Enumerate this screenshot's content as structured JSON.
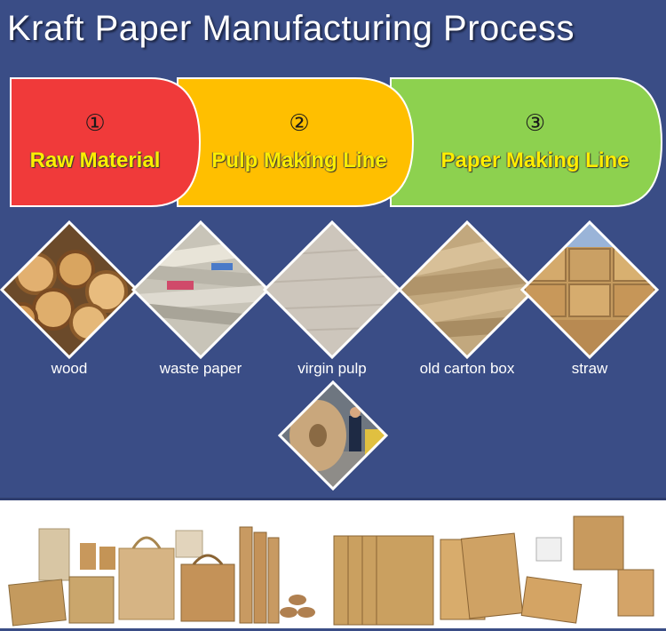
{
  "header": {
    "title": "Kraft Paper Manufacturing Process"
  },
  "stages": [
    {
      "number": "①",
      "label": "Raw Material",
      "color": "#f03a3a"
    },
    {
      "number": "②",
      "label": "Pulp Making Line",
      "color": "#ffbf00"
    },
    {
      "number": "③",
      "label": "Paper Making Line",
      "color": "#8dd14f"
    }
  ],
  "materials": [
    {
      "label": "wood",
      "icon": "wood-logs-image"
    },
    {
      "label": "waste paper",
      "icon": "waste-paper-image"
    },
    {
      "label": "virgin pulp",
      "icon": "virgin-pulp-image"
    },
    {
      "label": "old carton box",
      "icon": "old-carton-box-image"
    },
    {
      "label": "straw",
      "icon": "straw-bales-image"
    }
  ],
  "colors": {
    "background": "#3a4d86",
    "label_text": "#ffee00"
  }
}
